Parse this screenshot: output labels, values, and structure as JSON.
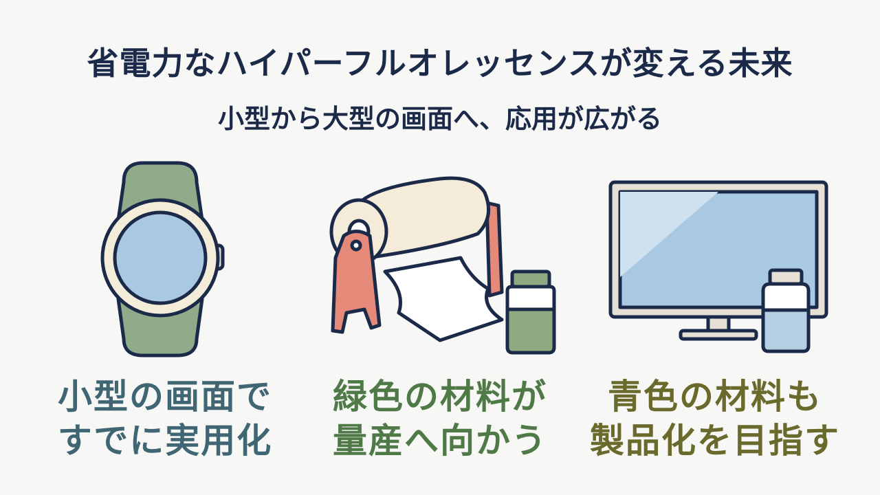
{
  "title": "省電力なハイパーフルオレッセンスが変える未来",
  "subtitle": "小型から大型の画面へ、応用が広がる",
  "panels": [
    {
      "icon": "smartwatch-icon",
      "caption_line1": "小型の画面で",
      "caption_line2": "すでに実用化",
      "caption_color": "#3f6672"
    },
    {
      "icon": "film-roll-icon",
      "caption_line1": "緑色の材料が",
      "caption_line2": "量産へ向かう",
      "caption_color": "#4f7a47"
    },
    {
      "icon": "large-monitor-icon",
      "caption_line1": "青色の材料も",
      "caption_line2": "製品化を目指す",
      "caption_color": "#6a6a2c"
    }
  ],
  "colors": {
    "outline": "#1c2a4a",
    "watch_band": "#8fab8a",
    "screen_blue": "#a9c9e3",
    "bezel": "#f2ecd8",
    "stand_red": "#e58a78",
    "roll_cream": "#f4ecd9",
    "vial_green": "#8faa82",
    "vial_blue": "#b6cfe3",
    "monitor_frame": "#e6dfd3"
  }
}
